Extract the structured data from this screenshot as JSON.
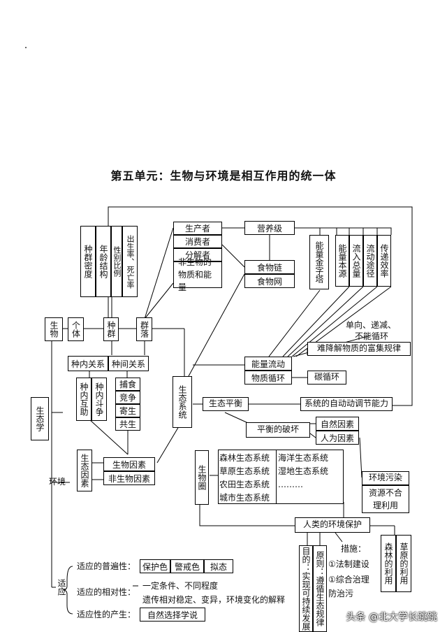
{
  "title": "第五单元：生物与环境是相互作用的统一体",
  "watermark": "头条 @北大学长跳跳",
  "nodes": {
    "shengtaixue": "生态学",
    "shengwu": "生物",
    "huanjing": "环境",
    "shiying": "适应",
    "geti": "个体",
    "zhongqun": "种群",
    "qunluo": "群落",
    "zq_density": "种群密度",
    "zq_age": "年龄结构",
    "zq_sex": "性别比例",
    "zq_birth": "出生率、死亡率",
    "zhongnei": "种内关系",
    "zhongjian": "种间关系",
    "zn_huzhu": "种内互助",
    "zn_douzheng": "种内斗争",
    "bushi": "捕食",
    "jingzheng": "竞争",
    "jisheng": "寄生",
    "gongsheng": "共生",
    "shengtaiyinsu": "生态因素",
    "shengwuyinsu": "生物因素",
    "feishengwuyinsu": "非生物因素",
    "shengchanzhe": "生产者",
    "xiaofeizhe": "消费者",
    "fenjiezhe": "分解者",
    "feishengwu_wz": "非生物的物质和能量",
    "yingyangji": "营养级",
    "shiwulian": "食物链",
    "shiwuwang": "食物网",
    "nengliang_jinzita": "能量金字塔",
    "nengliang_benyuan": "能量本源",
    "liuru_zongliang": "流入总量",
    "liudong_tujing": "流动途径",
    "chuandi_xiaolv": "传递效率",
    "danxiang": "单向、递减、",
    "bunengxunhuan": "不能循环",
    "nanjieje": "难降解物质的富集规律",
    "nengliangliudong": "能量流动",
    "wuzhixunhuan": "物质循环",
    "tanxunhuan": "碳循环",
    "shengtaixitong": "生态系统",
    "shengtaipingheng": "生态平衡",
    "ziding_tiaojie": "系统的自动动调节能力",
    "pingheng_pohuai": "平衡的破坏",
    "ziran_yinsu": "自然因素",
    "renwei_yinsu": "人为因素",
    "shengwuquan": "生物圈",
    "ecosystems": [
      "森林生态系统",
      "海洋生态系统",
      "草原生态系统",
      "湿地生态系统",
      "农田生态系统",
      "………",
      "城市生态系统",
      ""
    ],
    "huanjing_wuran": "环境污染",
    "ziyuan_buheli": "资源不合理利用",
    "renlei_baohu": "人类的环境保护",
    "mudi": "目的：实现可持续发展",
    "yuanze": "原则：遵循生态规律",
    "cuoshi": "措施：",
    "cuoshi1": "①法制建设",
    "cuoshi2": "①综合治理",
    "cuoshi3": "防治污",
    "senlin_liyong": "森林的利用",
    "caoyuan_liyong": "草原的利用",
    "sy_pubian": "适应的普遍性：",
    "baohuse": "保护色",
    "jingjiese": "警戒色",
    "nitai": "拟态",
    "sy_xiangdui": "适应的相对性：",
    "xiangdui1": "一定条件、不同程度",
    "xiangdui2": "遗传相对稳定、变异，环境变化的解释",
    "sy_chansheng": "适应性的产生：",
    "ziran_xuanze": "自然选择学说"
  }
}
